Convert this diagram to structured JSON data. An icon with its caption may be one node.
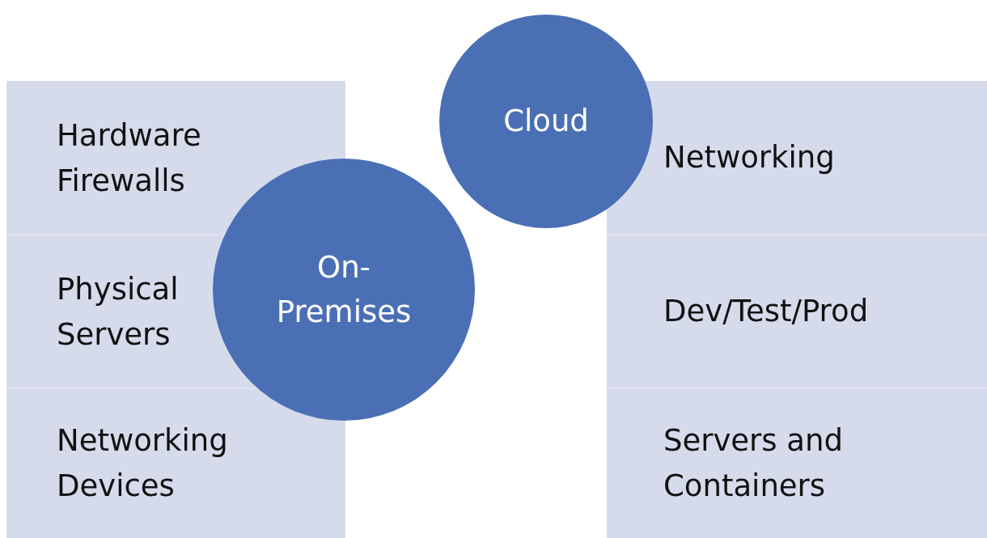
{
  "diagram": {
    "nodes": [
      {
        "text": [
          "Hardware Firewalls"
        ]
      },
      {
        "text": [
          "Physical Servers"
        ]
      },
      {
        "text": [
          "Networking Devices"
        ]
      },
      {
        "text": [
          "On- Premises"
        ]
      },
      {
        "text": [
          "Cloud"
        ]
      },
      {
        "text": [
          "Networking"
        ]
      },
      {
        "text": [
          "Dev/Test/Prod"
        ]
      },
      {
        "text": [
          "Servers and Containers"
        ]
      }
    ]
  }
}
